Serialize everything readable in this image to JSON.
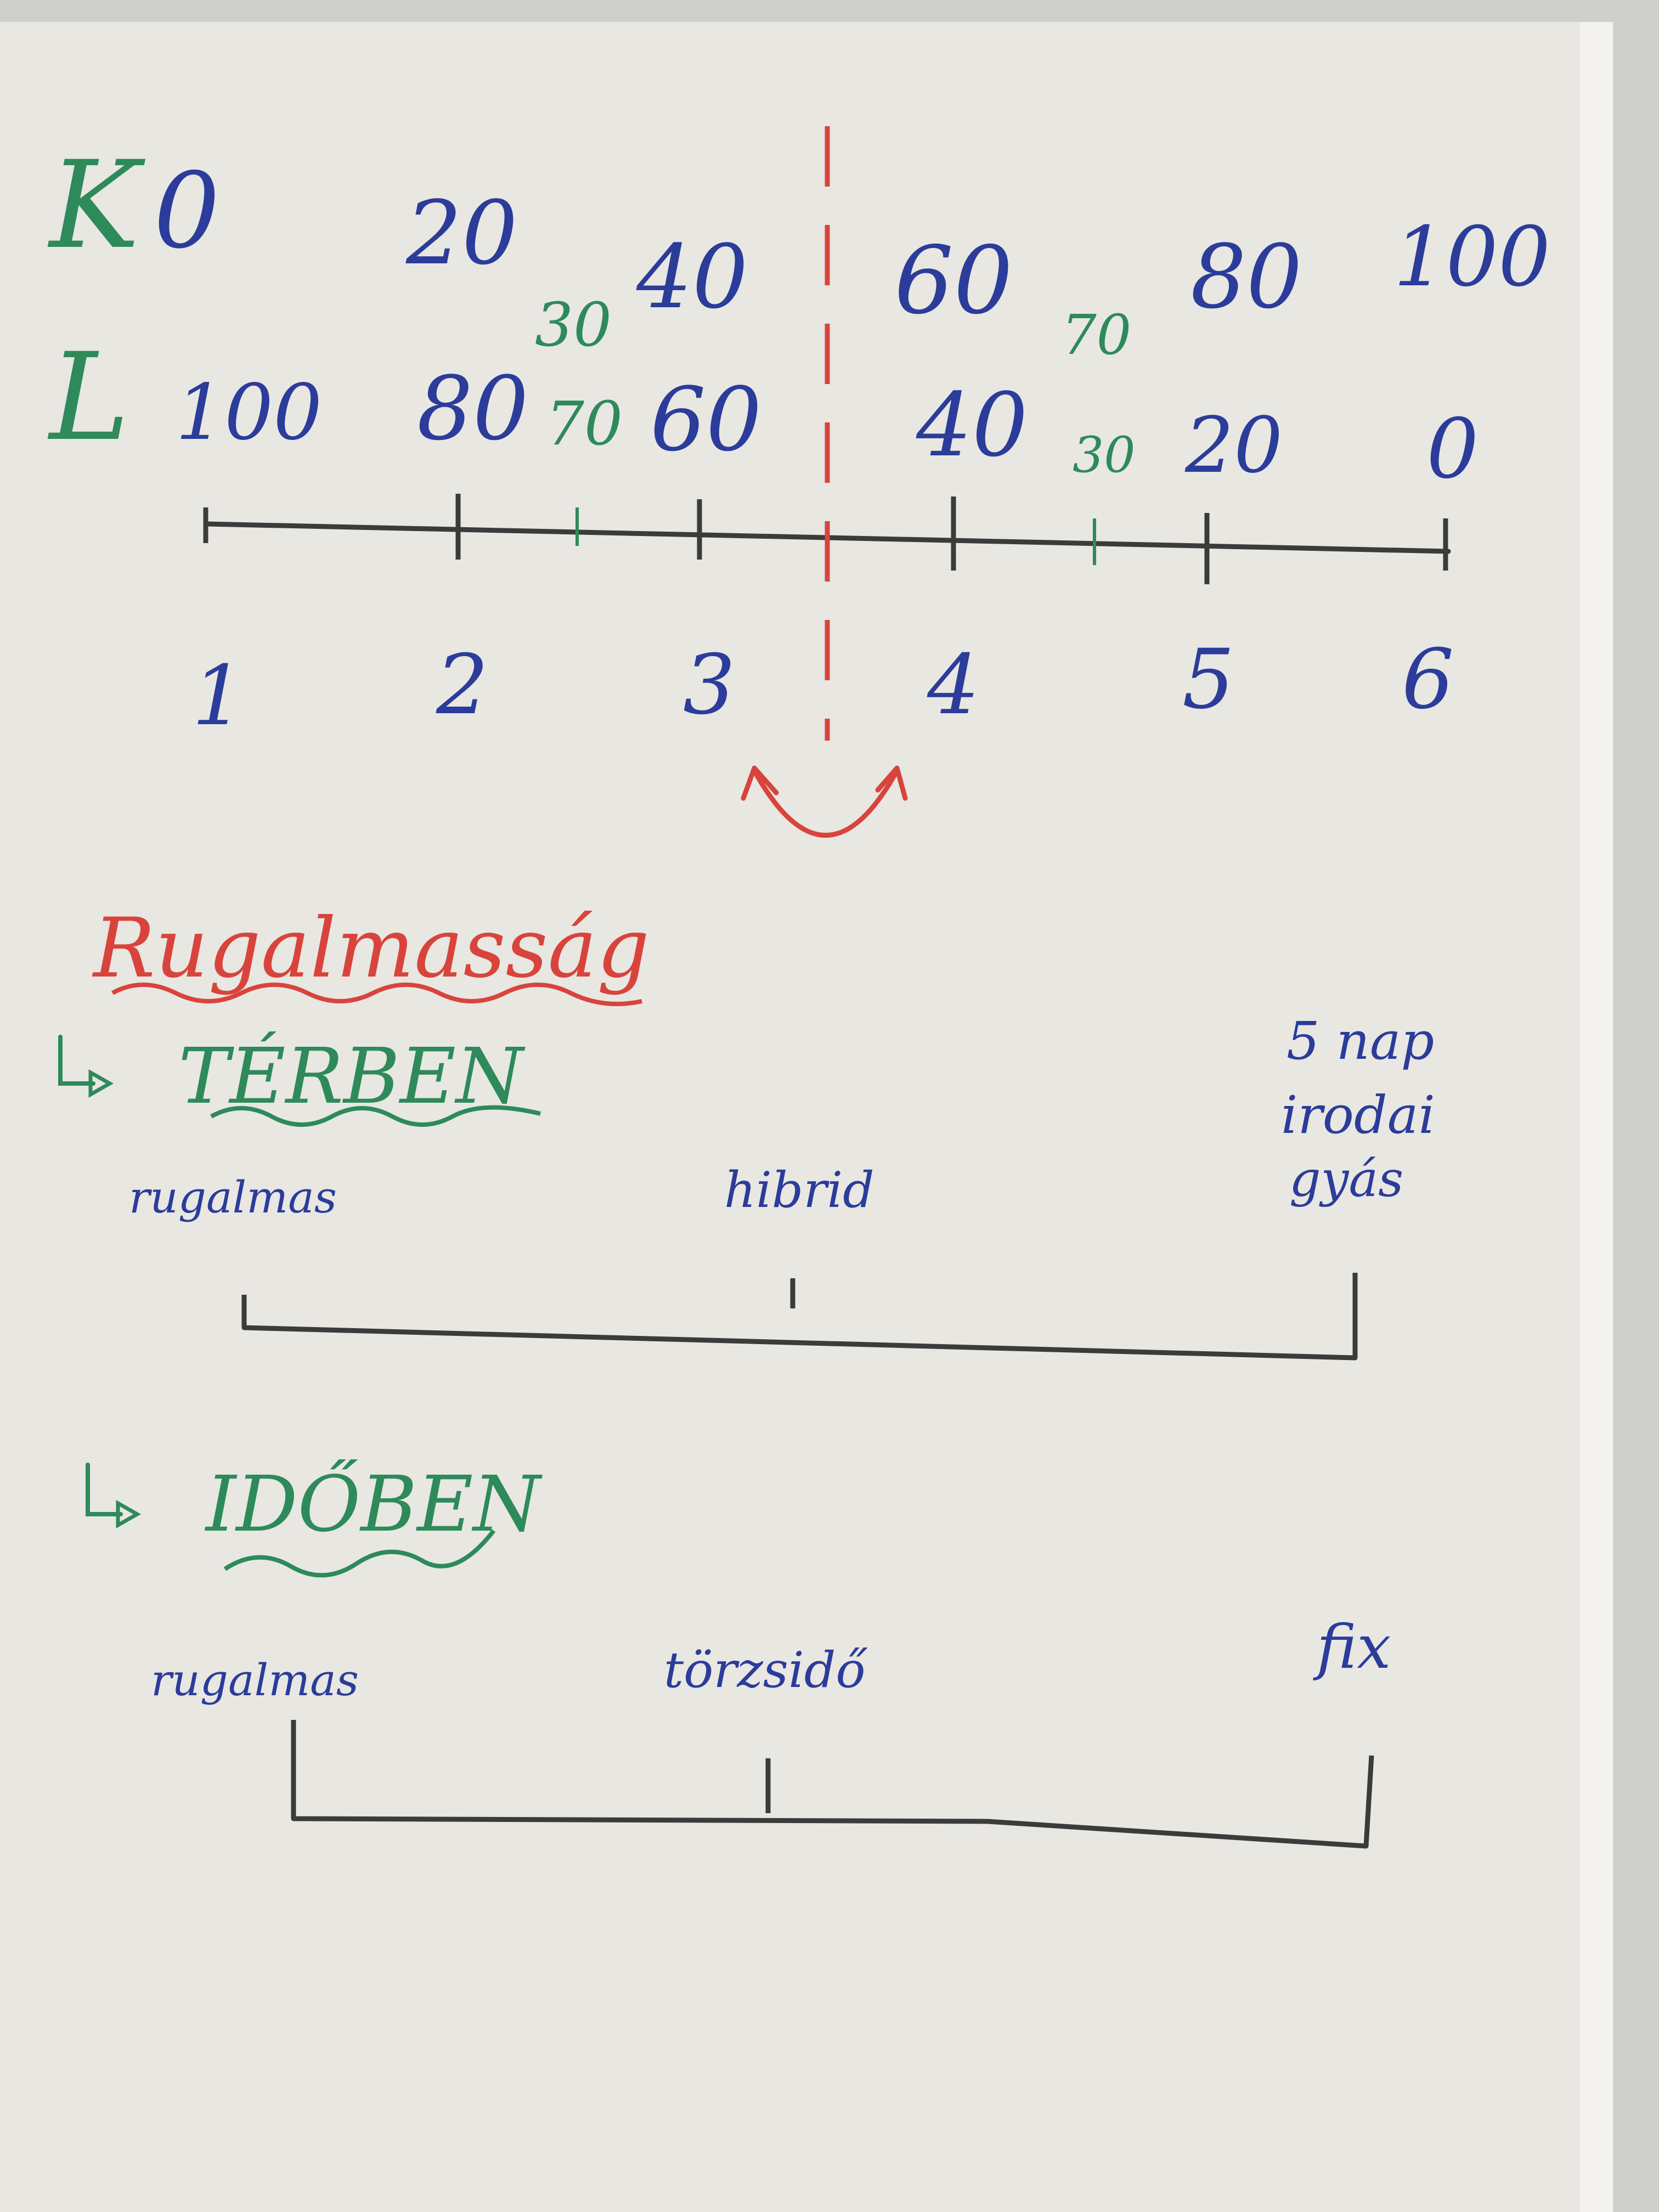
{
  "colors": {
    "paper": "#e8e7e2",
    "blue": "#2b3c9a",
    "green": "#2e8a5a",
    "red": "#d8443c",
    "black": "#3b3b3b"
  },
  "scale": {
    "row_k_label": "K",
    "row_l_label": "L",
    "k_values": [
      "0",
      "20",
      "30",
      "40",
      "60",
      "70",
      "80",
      "100"
    ],
    "l_values": [
      "100",
      "80",
      "70",
      "60",
      "40",
      "30",
      "20",
      "0"
    ],
    "positions": [
      "1",
      "2",
      "3",
      "4",
      "5",
      "6"
    ]
  },
  "flexibility": {
    "title": "Rugalmasság",
    "space": {
      "heading": "TÉRBEN",
      "left": "rugalmas",
      "middle": "hibrid",
      "right_lines": [
        "5 nap",
        "irodai",
        "gyás"
      ]
    },
    "time": {
      "heading": "IDŐBEN",
      "left": "rugalmas",
      "middle": "törzsidő",
      "right": "fix"
    }
  }
}
